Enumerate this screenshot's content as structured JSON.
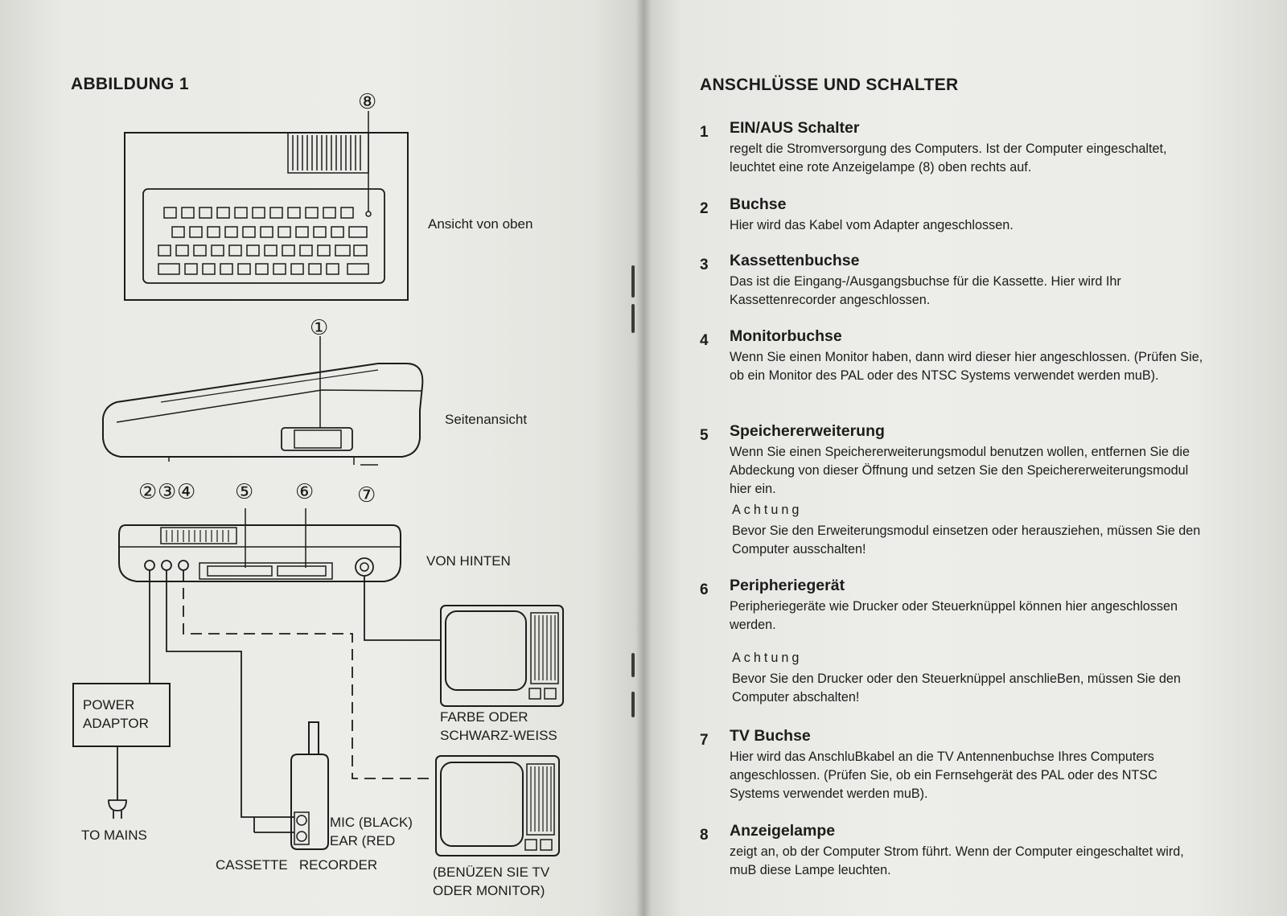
{
  "left_page": {
    "figure_title": "ABBILDUNG 1",
    "view_top": "Ansicht von oben",
    "view_side": "Seitenansicht",
    "view_back": "VON HINTEN",
    "callouts": [
      "①",
      "②",
      "③",
      "④",
      "⑤",
      "⑥",
      "⑦",
      "⑧"
    ],
    "power_adaptor": [
      "POWER",
      "ADAPTOR"
    ],
    "to_mains": "TO MAINS",
    "cassette_recorder": "CASSETTE   RECORDER",
    "mic_label": "MIC (BLACK)",
    "ear_label": "EAR (RED",
    "tv_color": [
      "FARBE ODER",
      "SCHWARZ-WEISS"
    ],
    "tv_monitor": [
      "(BENÜZEN SIE TV",
      "ODER MONITOR)"
    ]
  },
  "right_page": {
    "section_title": "ANSCHLÜSSE UND SCHALTER",
    "items": [
      {
        "num": "1",
        "title": "EIN/AUS Schalter",
        "body": "regelt die Stromversorgung des Computers. Ist der Computer eingeschaltet, leuchtet eine rote Anzeigelampe (8) oben rechts auf."
      },
      {
        "num": "2",
        "title": "Buchse",
        "body": "Hier wird das Kabel vom Adapter angeschlossen."
      },
      {
        "num": "3",
        "title": "Kassettenbuchse",
        "body": "Das ist die Eingang-/Ausgangsbuchse für die Kassette. Hier wird Ihr Kassettenrecorder angeschlossen."
      },
      {
        "num": "4",
        "title": "Monitorbuchse",
        "body": "Wenn Sie einen Monitor haben, dann wird dieser hier angeschlossen. (Prüfen Sie, ob ein Monitor des PAL oder des NTSC Systems verwendet werden muB)."
      },
      {
        "num": "5",
        "title": "Speichererweiterung",
        "body": "Wenn Sie einen Speichererweiterungsmodul benutzen wollen, entfernen Sie die Abdeckung von dieser Öffnung und setzen Sie den Speichererweiterungsmodul hier ein.",
        "note_head": "Achtung",
        "note_body": "Bevor Sie den Erweiterungsmodul einsetzen oder herausziehen, müssen Sie den Computer ausschalten!"
      },
      {
        "num": "6",
        "title": "Peripheriegerät",
        "body": "Peripheriegeräte wie Drucker oder Steuerknüppel können hier angeschlossen werden.",
        "note_head": "Achtung",
        "note_body": "Bevor Sie den Drucker oder den Steuerknüppel anschlieBen, müssen Sie den Computer abschalten!"
      },
      {
        "num": "7",
        "title": "TV Buchse",
        "body": "Hier wird das AnschluBkabel an die TV Antennenbuchse Ihres Computers angeschlossen. (Prüfen Sie, ob ein Fernsehgerät des PAL oder des NTSC Systems verwendet werden muB)."
      },
      {
        "num": "8",
        "title": "Anzeigelampe",
        "body": "zeigt an, ob der Computer Strom führt. Wenn der Computer eingeschaltet wird, muB diese Lampe leuchten."
      }
    ]
  },
  "colors": {
    "paper": "#ecece8",
    "ink": "#1c1c1c"
  }
}
